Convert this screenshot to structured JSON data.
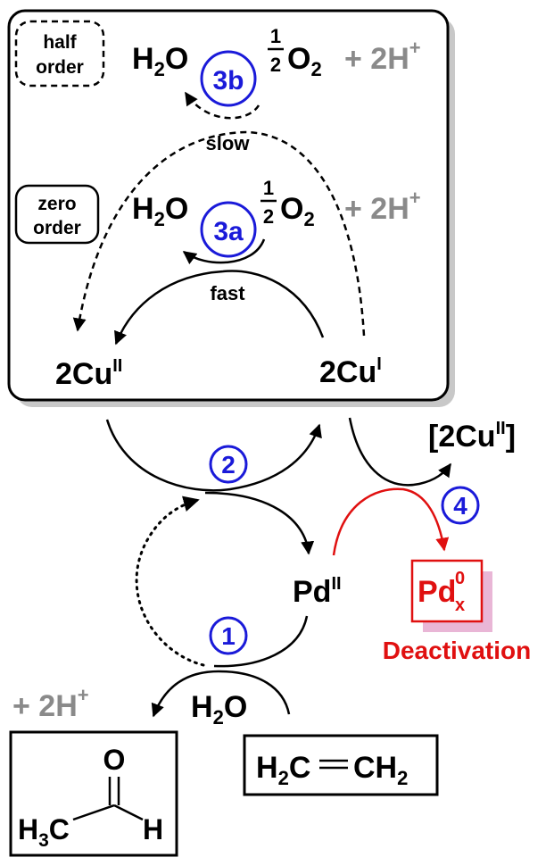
{
  "cu_box": {
    "half_order_line1": "half",
    "half_order_line2": "order",
    "zero_order_line1": "zero",
    "zero_order_line2": "order",
    "step_3b": "3b",
    "step_3a": "3a",
    "water": "H",
    "water_sub": "2",
    "water_o": "O",
    "half_num": "1",
    "half_den": "2",
    "oxygen": "O",
    "oxygen_sub": "2",
    "plus_protons": "+ 2H",
    "plus_sup": "+",
    "slow_label": "slow",
    "fast_label": "fast",
    "cu2_coef": "2Cu",
    "cu2_ox": "II",
    "cu1_coef": "2Cu",
    "cu1_ox": "I"
  },
  "cycle": {
    "step_2": "2",
    "step_1": "1",
    "step_4": "4",
    "cu2_bracket": "[2Cu",
    "cu2_bracket_ox": "II",
    "cu2_bracket_close": "]",
    "pd_label": "Pd",
    "pd_ox": "II",
    "water_h": "H",
    "water_sub": "2",
    "water_o": "O",
    "plus_protons": "+ 2H",
    "plus_sup": "+"
  },
  "deactivation": {
    "pd0": "Pd",
    "pd0_sup": "0",
    "pd0_sub": "x",
    "label": "Deactivation"
  },
  "ethylene": {
    "h2c": "H",
    "h2c_sub": "2",
    "h2c_c": "C",
    "ch2": "CH",
    "ch2_sub": "2"
  },
  "acetaldehyde": {
    "o": "O",
    "h3c": "H",
    "h3c_sub": "3",
    "h3c_c": "C",
    "h": "H"
  },
  "colors": {
    "blue": "#1a1ad9",
    "red": "#e01010",
    "gray": "#8a8a8a",
    "pink_shadow": "#e9b6d6"
  }
}
